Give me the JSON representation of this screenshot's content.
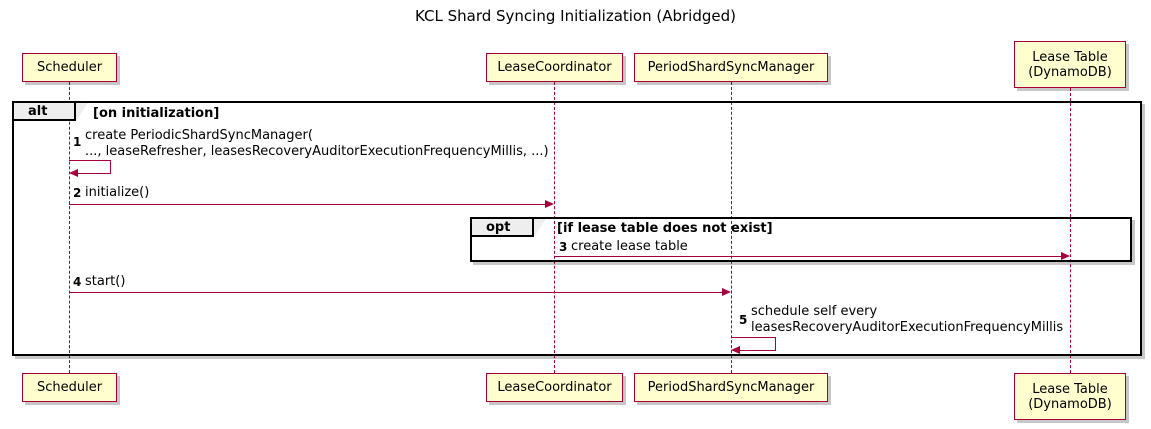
{
  "diagram": {
    "title": "KCL Shard Syncing Initialization (Abridged)",
    "type": "sequence-diagram"
  },
  "colors": {
    "participant_fill": "#FEFECE",
    "participant_border": "#A80036",
    "arrow": "#A80036",
    "frame_border": "#000000",
    "frame_tab_fill": "#EEEEEE",
    "background": "#FFFFFF"
  },
  "participants": [
    {
      "id": "scheduler",
      "label": "Scheduler"
    },
    {
      "id": "lease-coordinator",
      "label": "LeaseCoordinator"
    },
    {
      "id": "period-shard-sync-manager",
      "label": "PeriodShardSyncManager"
    },
    {
      "id": "lease-table",
      "label": "Lease Table\n(DynamoDB)"
    }
  ],
  "fragments": [
    {
      "id": "alt",
      "operator": "alt",
      "guard": "[on initialization]"
    },
    {
      "id": "opt",
      "operator": "opt",
      "guard": "[if lease table does not exist]"
    }
  ],
  "messages": [
    {
      "number": "1",
      "text": "create PeriodicShardSyncManager(\n   ..., leaseRefresher, leasesRecoveryAuditorExecutionFrequencyMillis, ...)",
      "from": "scheduler",
      "to": "scheduler",
      "kind": "self"
    },
    {
      "number": "2",
      "text": "initialize()",
      "from": "scheduler",
      "to": "lease-coordinator",
      "kind": "call"
    },
    {
      "number": "3",
      "text": "create lease table",
      "from": "lease-coordinator",
      "to": "lease-table",
      "kind": "call"
    },
    {
      "number": "4",
      "text": "start()",
      "from": "scheduler",
      "to": "period-shard-sync-manager",
      "kind": "call"
    },
    {
      "number": "5",
      "text": "schedule self every\n   leasesRecoveryAuditorExecutionFrequencyMillis",
      "from": "period-shard-sync-manager",
      "to": "period-shard-sync-manager",
      "kind": "self"
    }
  ]
}
